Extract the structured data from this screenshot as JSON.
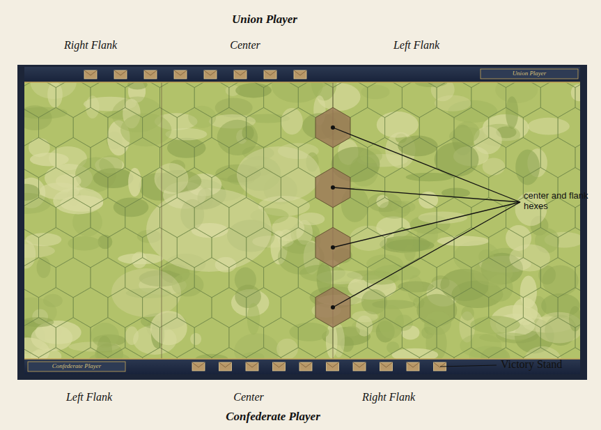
{
  "diagram": {
    "labels": [
      "Union Player",
      "Right Flank",
      "Center",
      "Left Flank",
      "Union Player",
      "center and flank hexes",
      "Confederate Player",
      "Victory Stand",
      "Left Flank",
      "Center",
      "Right Flank",
      "Confederate Player"
    ]
  }
}
